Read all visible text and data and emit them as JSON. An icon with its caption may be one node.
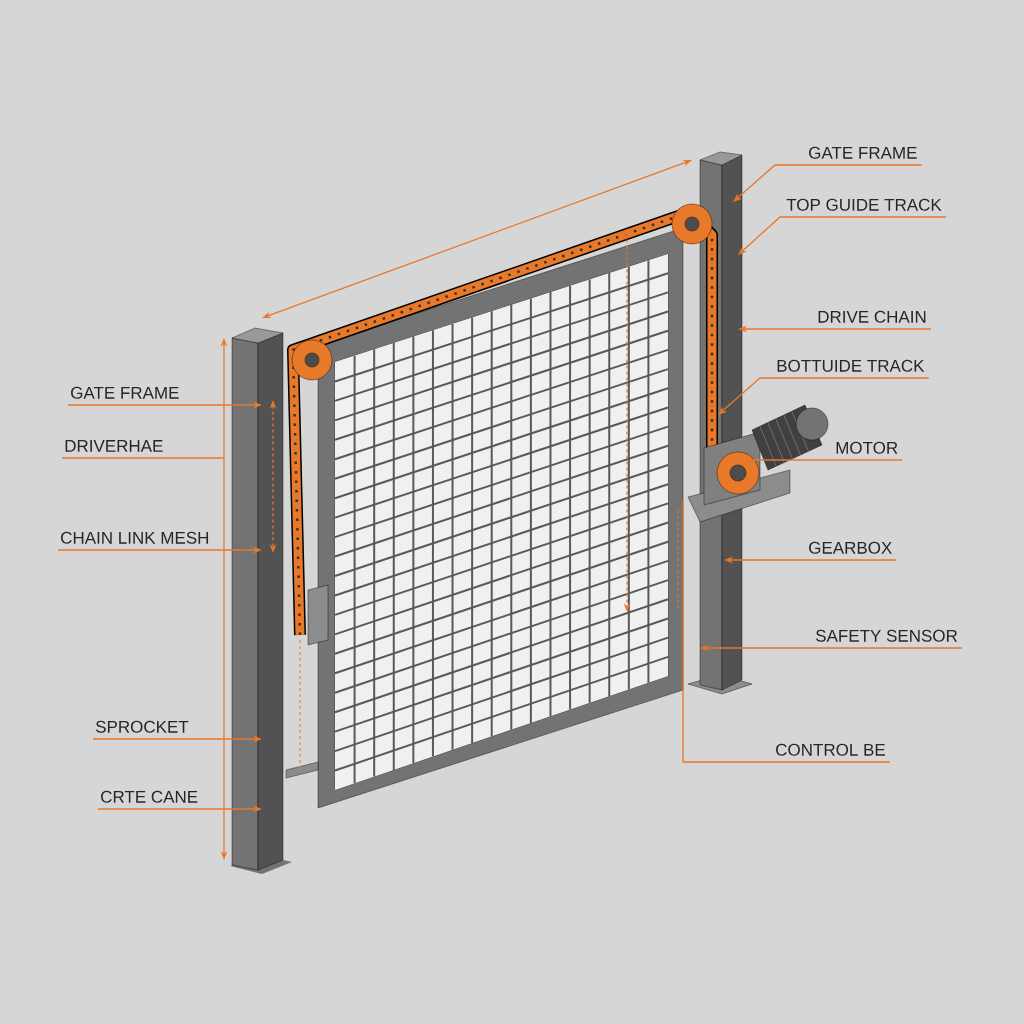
{
  "diagram": {
    "nodes": [
      {
        "text": [
          "GATE FRAME"
        ]
      },
      {
        "text": [
          "TOP GUIDE TRACK"
        ]
      },
      {
        "text": [
          "DRIVE CHAIN"
        ]
      },
      {
        "text": [
          "BOTTUIDE TRACK"
        ]
      },
      {
        "text": [
          "GATE FRAME"
        ]
      },
      {
        "text": [
          "DRIVERHAE"
        ]
      },
      {
        "text": [
          "MOTOR"
        ]
      },
      {
        "text": [
          "CHAIN LINK MESH"
        ]
      },
      {
        "text": [
          "GEARBOX"
        ]
      },
      {
        "text": [
          "SAFETY SENSOR"
        ]
      },
      {
        "text": [
          "SPROCKET"
        ]
      },
      {
        "text": [
          "CONTROL BE"
        ]
      },
      {
        "text": [
          "CRTE CANE"
        ]
      }
    ],
    "edges": [
      {
        "from": 0,
        "to": null,
        "arrow": "to"
      },
      {
        "from": 1,
        "to": null,
        "arrow": "to"
      },
      {
        "from": 2,
        "to": null,
        "arrow": "to"
      },
      {
        "from": 3,
        "to": null,
        "arrow": "to"
      },
      {
        "from": 4,
        "to": null,
        "arrow": "to"
      },
      {
        "from": 5,
        "to": null,
        "arrow": "none"
      },
      {
        "from": 6,
        "to": null,
        "arrow": "none"
      },
      {
        "from": 7,
        "to": null,
        "arrow": "to"
      },
      {
        "from": 8,
        "to": null,
        "arrow": "to"
      },
      {
        "from": 9,
        "to": null,
        "arrow": "to"
      },
      {
        "from": 10,
        "to": null,
        "arrow": "to"
      },
      {
        "from": 11,
        "to": null,
        "arrow": "none"
      },
      {
        "from": 12,
        "to": null,
        "arrow": "to"
      }
    ]
  }
}
